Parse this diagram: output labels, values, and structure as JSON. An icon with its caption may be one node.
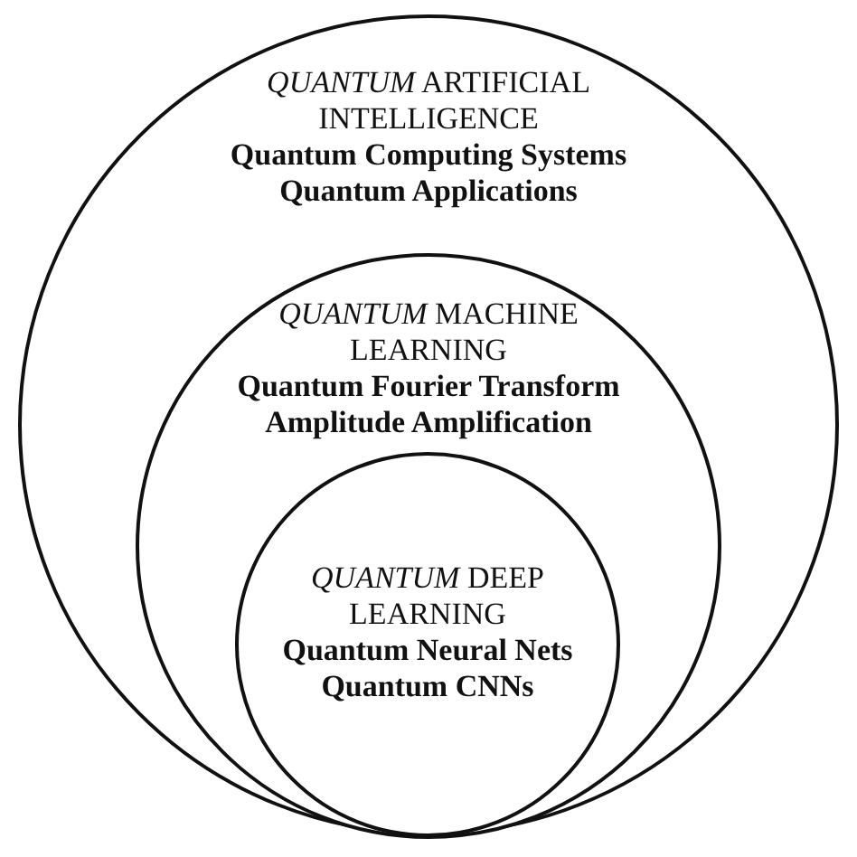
{
  "diagram": {
    "nodes": [
      {
        "text": [
          "*QUANTUM* ARTIFICIAL INTELLIGENCE",
          "Quantum Computing Systems",
          "Quantum Applications"
        ]
      },
      {
        "text": [
          "*QUANTUM* MACHINE LEARNING",
          "Quantum Fourier Transform",
          "Amplitude Amplification"
        ],
        "in": 0
      },
      {
        "text": [
          "*QUANTUM* DEEP LEARNING",
          "Quantum Neural Nets",
          "Quantum CNNs"
        ],
        "in": 1
      }
    ]
  }
}
